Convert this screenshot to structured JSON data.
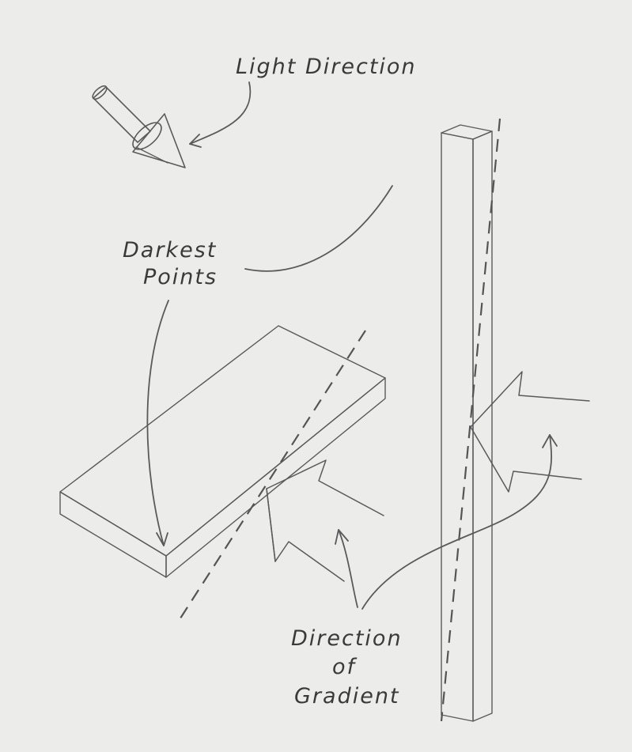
{
  "labels": {
    "light_direction": "Light Direction",
    "darkest_line1": "Darkest",
    "darkest_line2": "Points",
    "gradient_line1": "Direction",
    "gradient_line2": "of",
    "gradient_line3": "Gradient"
  },
  "colors": {
    "paper": "#ececea",
    "pencil": "#5a5a5a",
    "shade_dark": "#9a9a98",
    "shade_light": "#e6e6e4"
  }
}
